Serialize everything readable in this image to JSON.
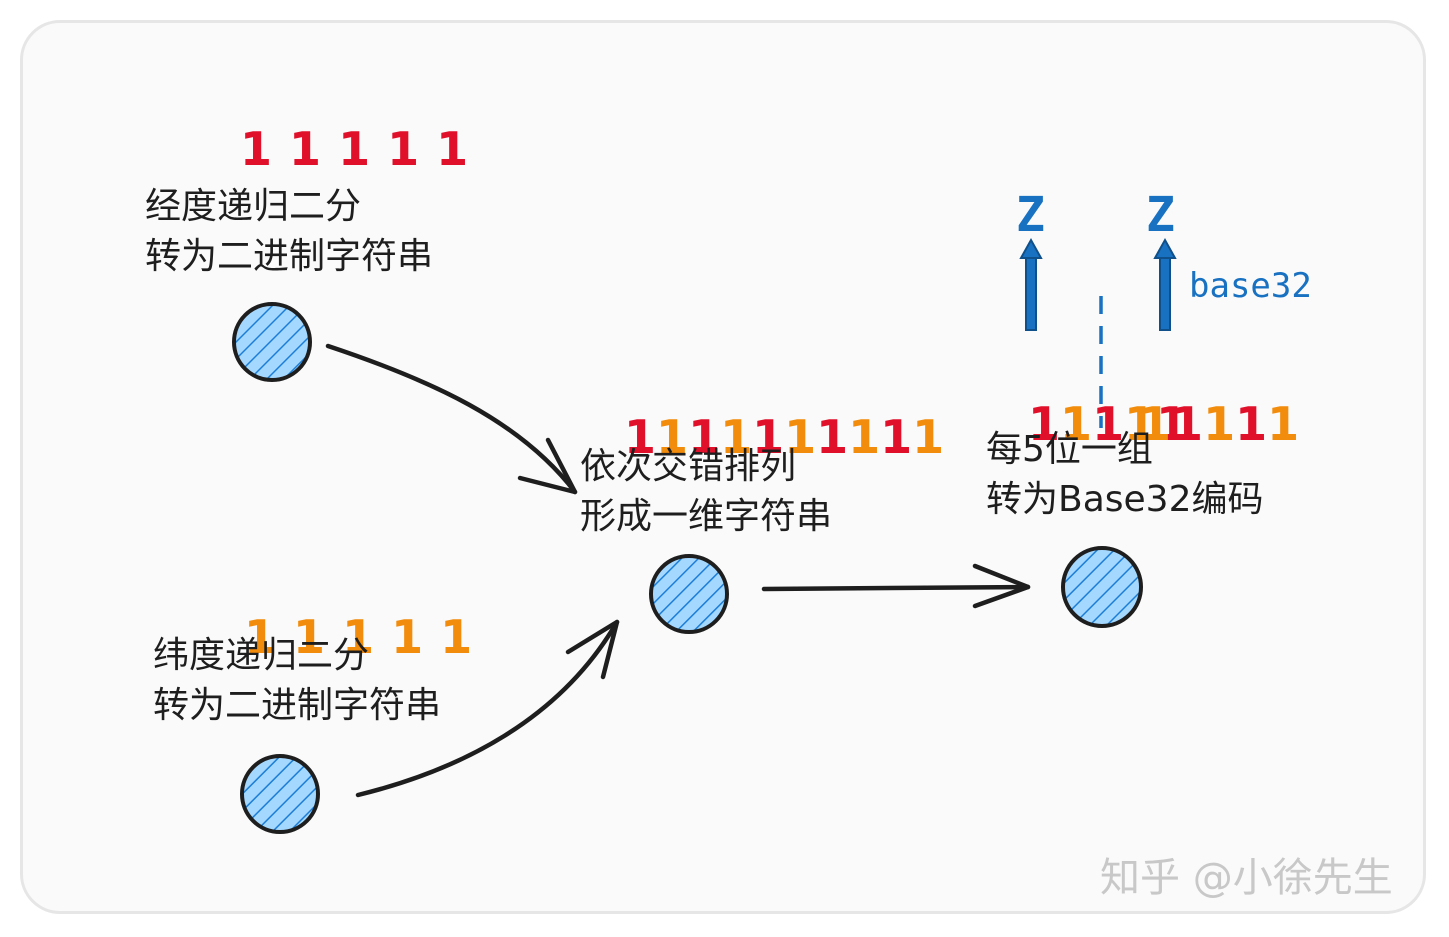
{
  "longitude": {
    "bits": [
      "1",
      "1",
      "1",
      "1",
      "1"
    ],
    "line1": "经度递归二分",
    "line2": "转为二进制字符串"
  },
  "latitude": {
    "bits": [
      "1",
      "1",
      "1",
      "1",
      "1"
    ],
    "line1": "纬度递归二分",
    "line2": "转为二进制字符串"
  },
  "interleave": {
    "bits": [
      "1",
      "1",
      "1",
      "1",
      "1",
      "1",
      "1",
      "1",
      "1",
      "1"
    ],
    "line1": "依次交错排列",
    "line2": "形成一维字符串"
  },
  "encode": {
    "group_a": [
      "1",
      "1",
      "1",
      "1",
      "1"
    ],
    "group_b": [
      "1",
      "1",
      "1",
      "1",
      "1"
    ],
    "char_a": "Z",
    "char_b": "Z",
    "arrow_label": "base32",
    "line1": "每5位一组",
    "line2": "转为Base32编码"
  },
  "watermark": "知乎 @小徐先生",
  "colors": {
    "longitude_bits": "#e0102b",
    "latitude_bits": "#f28c0c",
    "node_stroke": "#1e1e1e",
    "node_hatch": "#1c7ed6",
    "base32": "#1971c2"
  }
}
